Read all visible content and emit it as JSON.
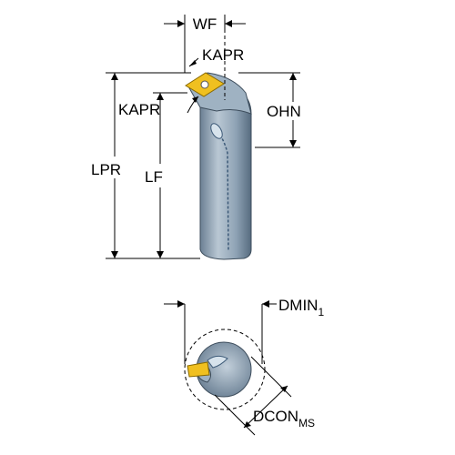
{
  "labels": {
    "wf": "WF",
    "kapr_top": "KAPR",
    "kapr_left": "KAPR",
    "ohn": "OHN",
    "lpr": "LPR",
    "lf": "LF",
    "dmin_base": "DMIN",
    "dmin_sub": "1",
    "dcon_base": "DCON",
    "dcon_sub": "MS"
  },
  "colors": {
    "body": "#8fa3b5",
    "body_shade": "#5f7488",
    "body_light": "#c3d0db",
    "insert": "#f0c020",
    "insert_edge": "#8a6a00",
    "line": "#000000"
  }
}
